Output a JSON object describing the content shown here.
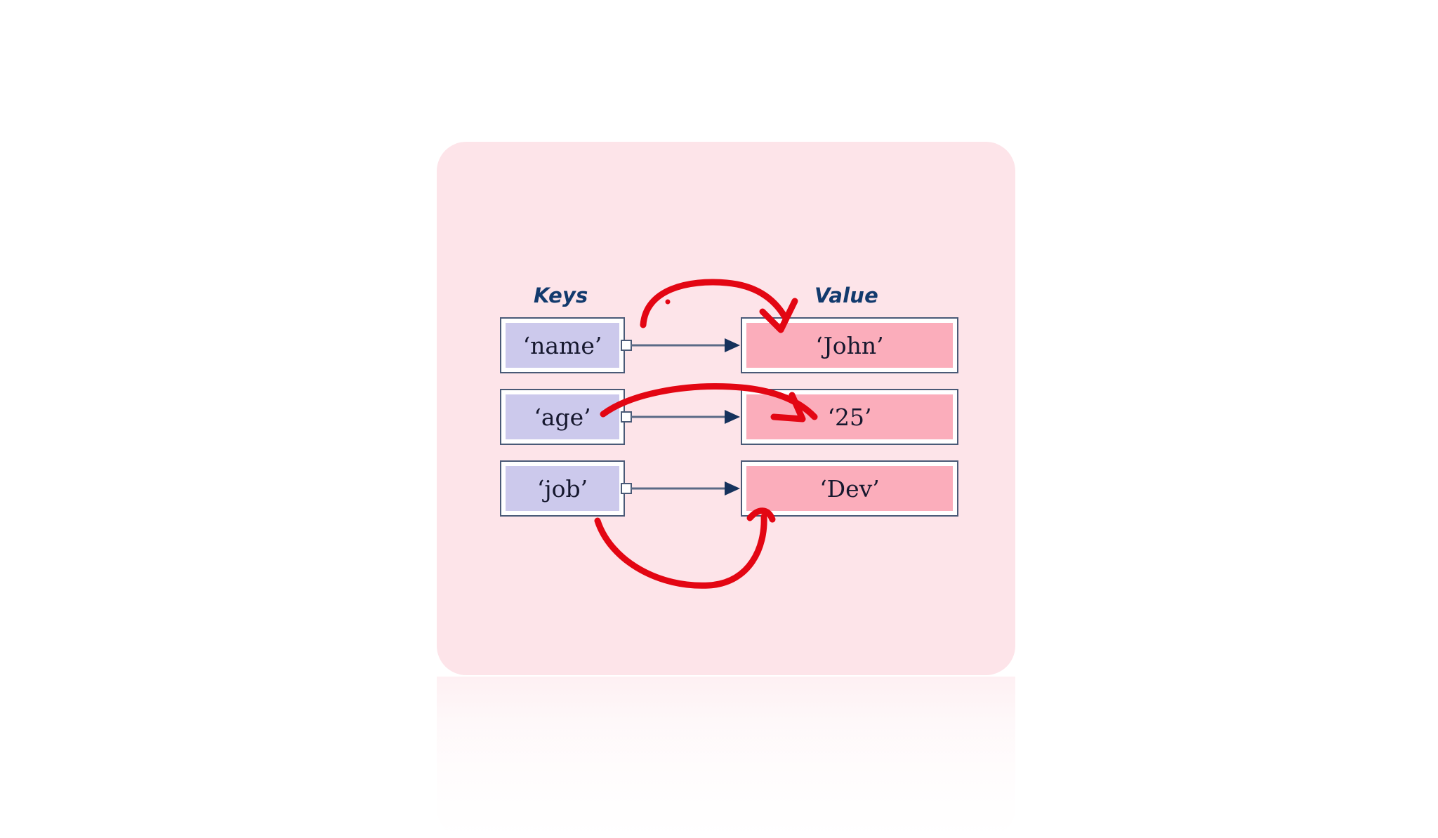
{
  "slide": {
    "background_color": "#ffffff",
    "card_color": "#fde4e9",
    "accent_navy": "#123a6d",
    "key_fill": "#ccc9ec",
    "value_fill": "#fbadbb",
    "border_color": "#4a5a77",
    "annotation_color": "#e30613"
  },
  "headings": {
    "keys": "Keys",
    "value": "Value"
  },
  "rows": [
    {
      "key": "‘name’",
      "value": "‘John’",
      "connector": "arrow-right"
    },
    {
      "key": "‘age’",
      "value": "‘25’",
      "connector": "arrow-right"
    },
    {
      "key": "‘job’",
      "value": "‘Dev’",
      "connector": "arrow-right"
    }
  ],
  "annotations": [
    {
      "name": "arc-name-to-john",
      "shape": "arc-over",
      "from": "key-name",
      "to": "value-john"
    },
    {
      "name": "arc-age-to-25",
      "shape": "arc-over",
      "from": "key-age",
      "to": "value-25"
    },
    {
      "name": "arc-job-to-dev",
      "shape": "arc-under",
      "from": "key-job",
      "to": "value-dev"
    }
  ]
}
